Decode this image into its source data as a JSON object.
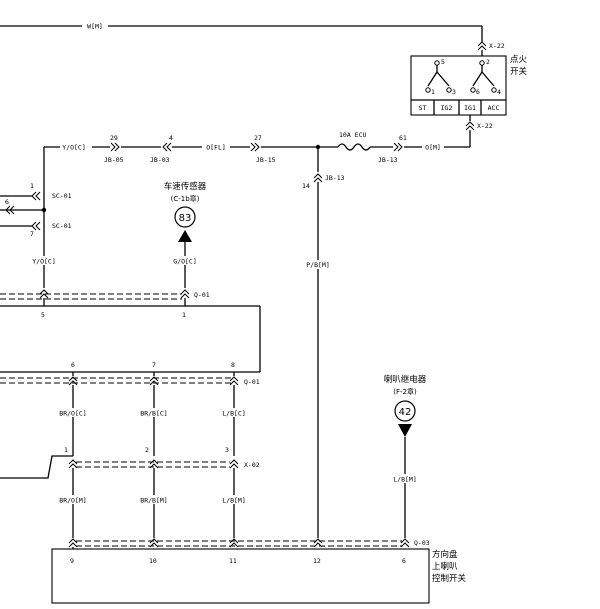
{
  "wires": {
    "top": "W[M]",
    "yo_c": "Y/O[C]",
    "o_fl": "O[FL]",
    "o_m": "O[M]",
    "yo_c2": "Y/O[C]",
    "go_c": "G/O[C]",
    "pb_m": "P/B[M]",
    "bro_c": "BR/O[C]",
    "brb_c": "BR/B[C]",
    "lb_c": "L/B[C]",
    "bro_m": "BR/O[M]",
    "brb_m": "BR/B[M]",
    "lb_m": "L/B[M]",
    "lb_m2": "L/B[M]"
  },
  "connectors": {
    "x22_top": "X-22",
    "x22_bot": "X-22",
    "jb05": "JB-05",
    "jb03": "JB-03",
    "jb15": "JB-15",
    "jb13a": "JB-13",
    "jb13b": "JB-13",
    "sc01a": "SC-01",
    "sc01b": "SC-01",
    "q01a": "Q-01",
    "q01b": "Q-01",
    "x02": "X-02",
    "q03": "Q-03"
  },
  "pins": {
    "p5": "5",
    "p2": "2",
    "p1": "1",
    "p3": "3",
    "p6": "6",
    "p4": "4",
    "p29": "29",
    "p4b": "4",
    "p27": "27",
    "p61": "61",
    "p14": "14",
    "sc1": "1",
    "sc6": "6",
    "sc7": "7",
    "r5": "5",
    "r1": "1",
    "r6": "6",
    "r7": "7",
    "r8": "8",
    "x1": "1",
    "x2": "2",
    "x3": "3",
    "b9": "9",
    "b10": "10",
    "b11": "11",
    "b12": "12",
    "b6": "6"
  },
  "switch": {
    "name_line1": "点火",
    "name_line2": "开关",
    "positions": [
      "ST",
      "IG2",
      "IG1",
      "ACC"
    ]
  },
  "fuse": {
    "label": "10A ECU"
  },
  "speed_sensor": {
    "title": "车速传感器",
    "ref": "(C-1b章)",
    "number": "83"
  },
  "horn_relay": {
    "title": "喇叭继电器",
    "ref": "(F-2章)",
    "number": "42"
  },
  "bottom_switch": {
    "line1": "方向盘",
    "line2": "上喇叭",
    "line3": "控制开关"
  }
}
